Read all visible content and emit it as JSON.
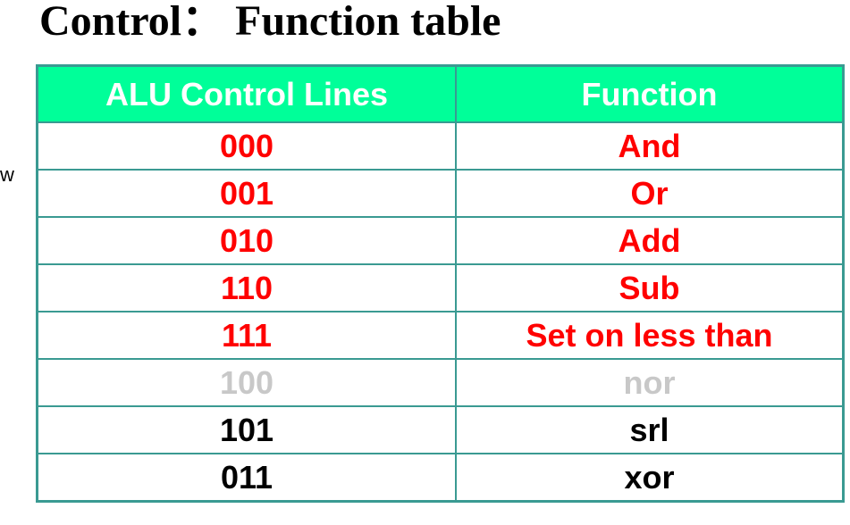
{
  "title": "Control： Function table",
  "stray_text": "w",
  "colors": {
    "header_bg": "#00ff99",
    "header_text": "#ffffff",
    "border": "#3a9a92",
    "highlight": "#ff0000",
    "faded": "#c8c8c8",
    "normal": "#000000"
  },
  "table": {
    "headers": [
      "ALU Control Lines",
      "Function"
    ],
    "rows": [
      {
        "code": "000",
        "function": "And",
        "color": "#ff0000"
      },
      {
        "code": "001",
        "function": "Or",
        "color": "#ff0000"
      },
      {
        "code": "010",
        "function": "Add",
        "color": "#ff0000"
      },
      {
        "code": "110",
        "function": "Sub",
        "color": "#ff0000"
      },
      {
        "code": "111",
        "function": "Set on less than",
        "color": "#ff0000"
      },
      {
        "code": "100",
        "function": "nor",
        "color": "#c8c8c8"
      },
      {
        "code": "101",
        "function": "srl",
        "color": "#000000"
      },
      {
        "code": "011",
        "function": "xor",
        "color": "#000000"
      }
    ]
  }
}
